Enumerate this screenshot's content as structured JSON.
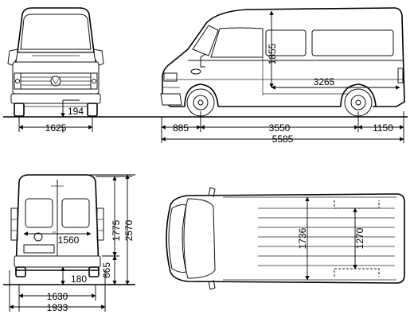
{
  "dimensions": {
    "front_track": "1625",
    "front_clearance": "194",
    "side_height": "1855",
    "side_cargo_length": "3265",
    "front_overhang": "885",
    "wheelbase": "3550",
    "rear_overhang": "1150",
    "total_length": "5585",
    "rear_door_width": "1560",
    "rear_clearance": "180",
    "rear_floor_height": "665",
    "rear_door_height": "1775",
    "total_height": "2570",
    "rear_track": "1630",
    "total_width": "1933",
    "cargo_width": "1736",
    "cargo_width_between": "1270"
  }
}
